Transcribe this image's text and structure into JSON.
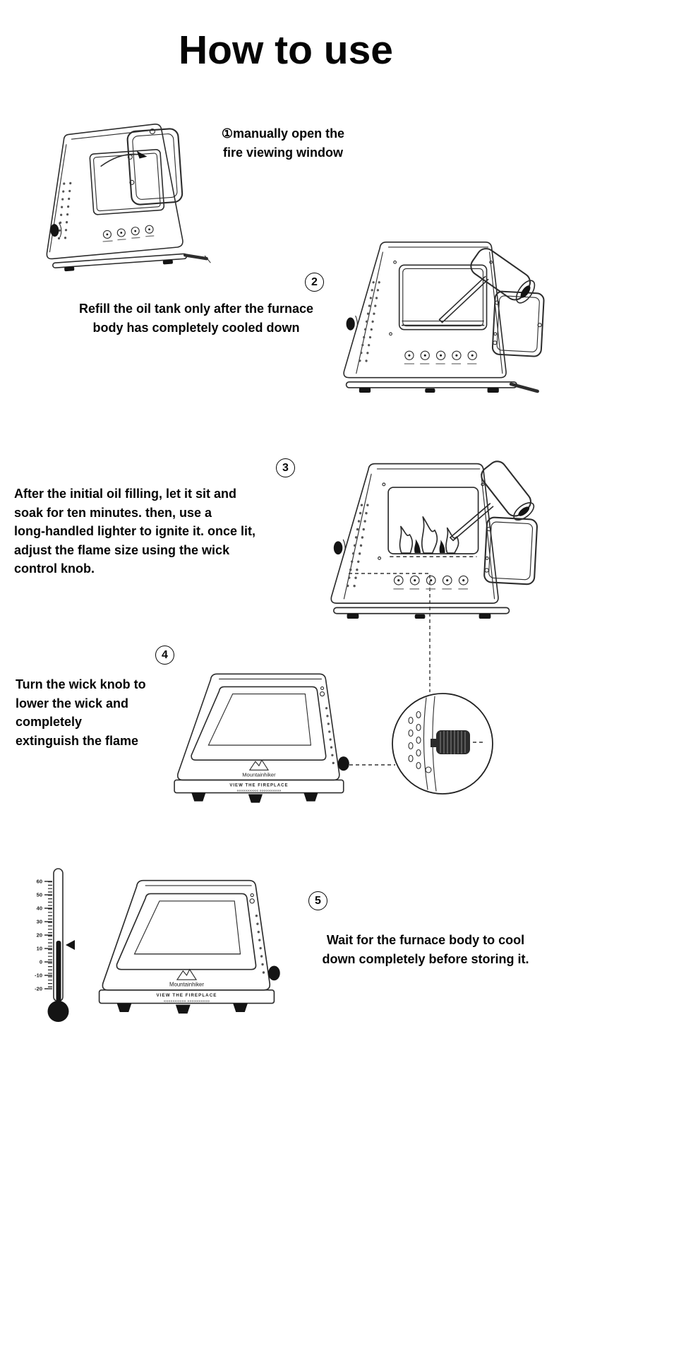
{
  "page": {
    "title": "How to use"
  },
  "steps": {
    "step1": {
      "text": "①manually open the\nfire viewing window"
    },
    "step2": {
      "number": "2",
      "text": "Refill the oil tank only after the furnace\nbody has completely cooled down"
    },
    "step3": {
      "number": "3",
      "text": "After the initial oil filling, let it sit and\nsoak for ten minutes. then, use a\nlong-handled lighter to ignite it. once lit,\nadjust the flame size using the wick\ncontrol knob."
    },
    "step4": {
      "number": "4",
      "text": "Turn the wick knob to\nlower the wick and\ncompletely\nextinguish the flame"
    },
    "step5": {
      "number": "5",
      "text": "Wait for the furnace body to cool\ndown completely before storing it."
    }
  },
  "illustrations": {
    "brand": "Mountainhiker",
    "tagline": "VIEW THE FIREPLACE",
    "chevrons": "«««««««««« »»»»»»»»»»",
    "thermometer_ticks": [
      "60",
      "50",
      "40",
      "30",
      "20",
      "10",
      "0",
      "-10",
      "-20"
    ],
    "line_color": "#2d2d2d"
  }
}
